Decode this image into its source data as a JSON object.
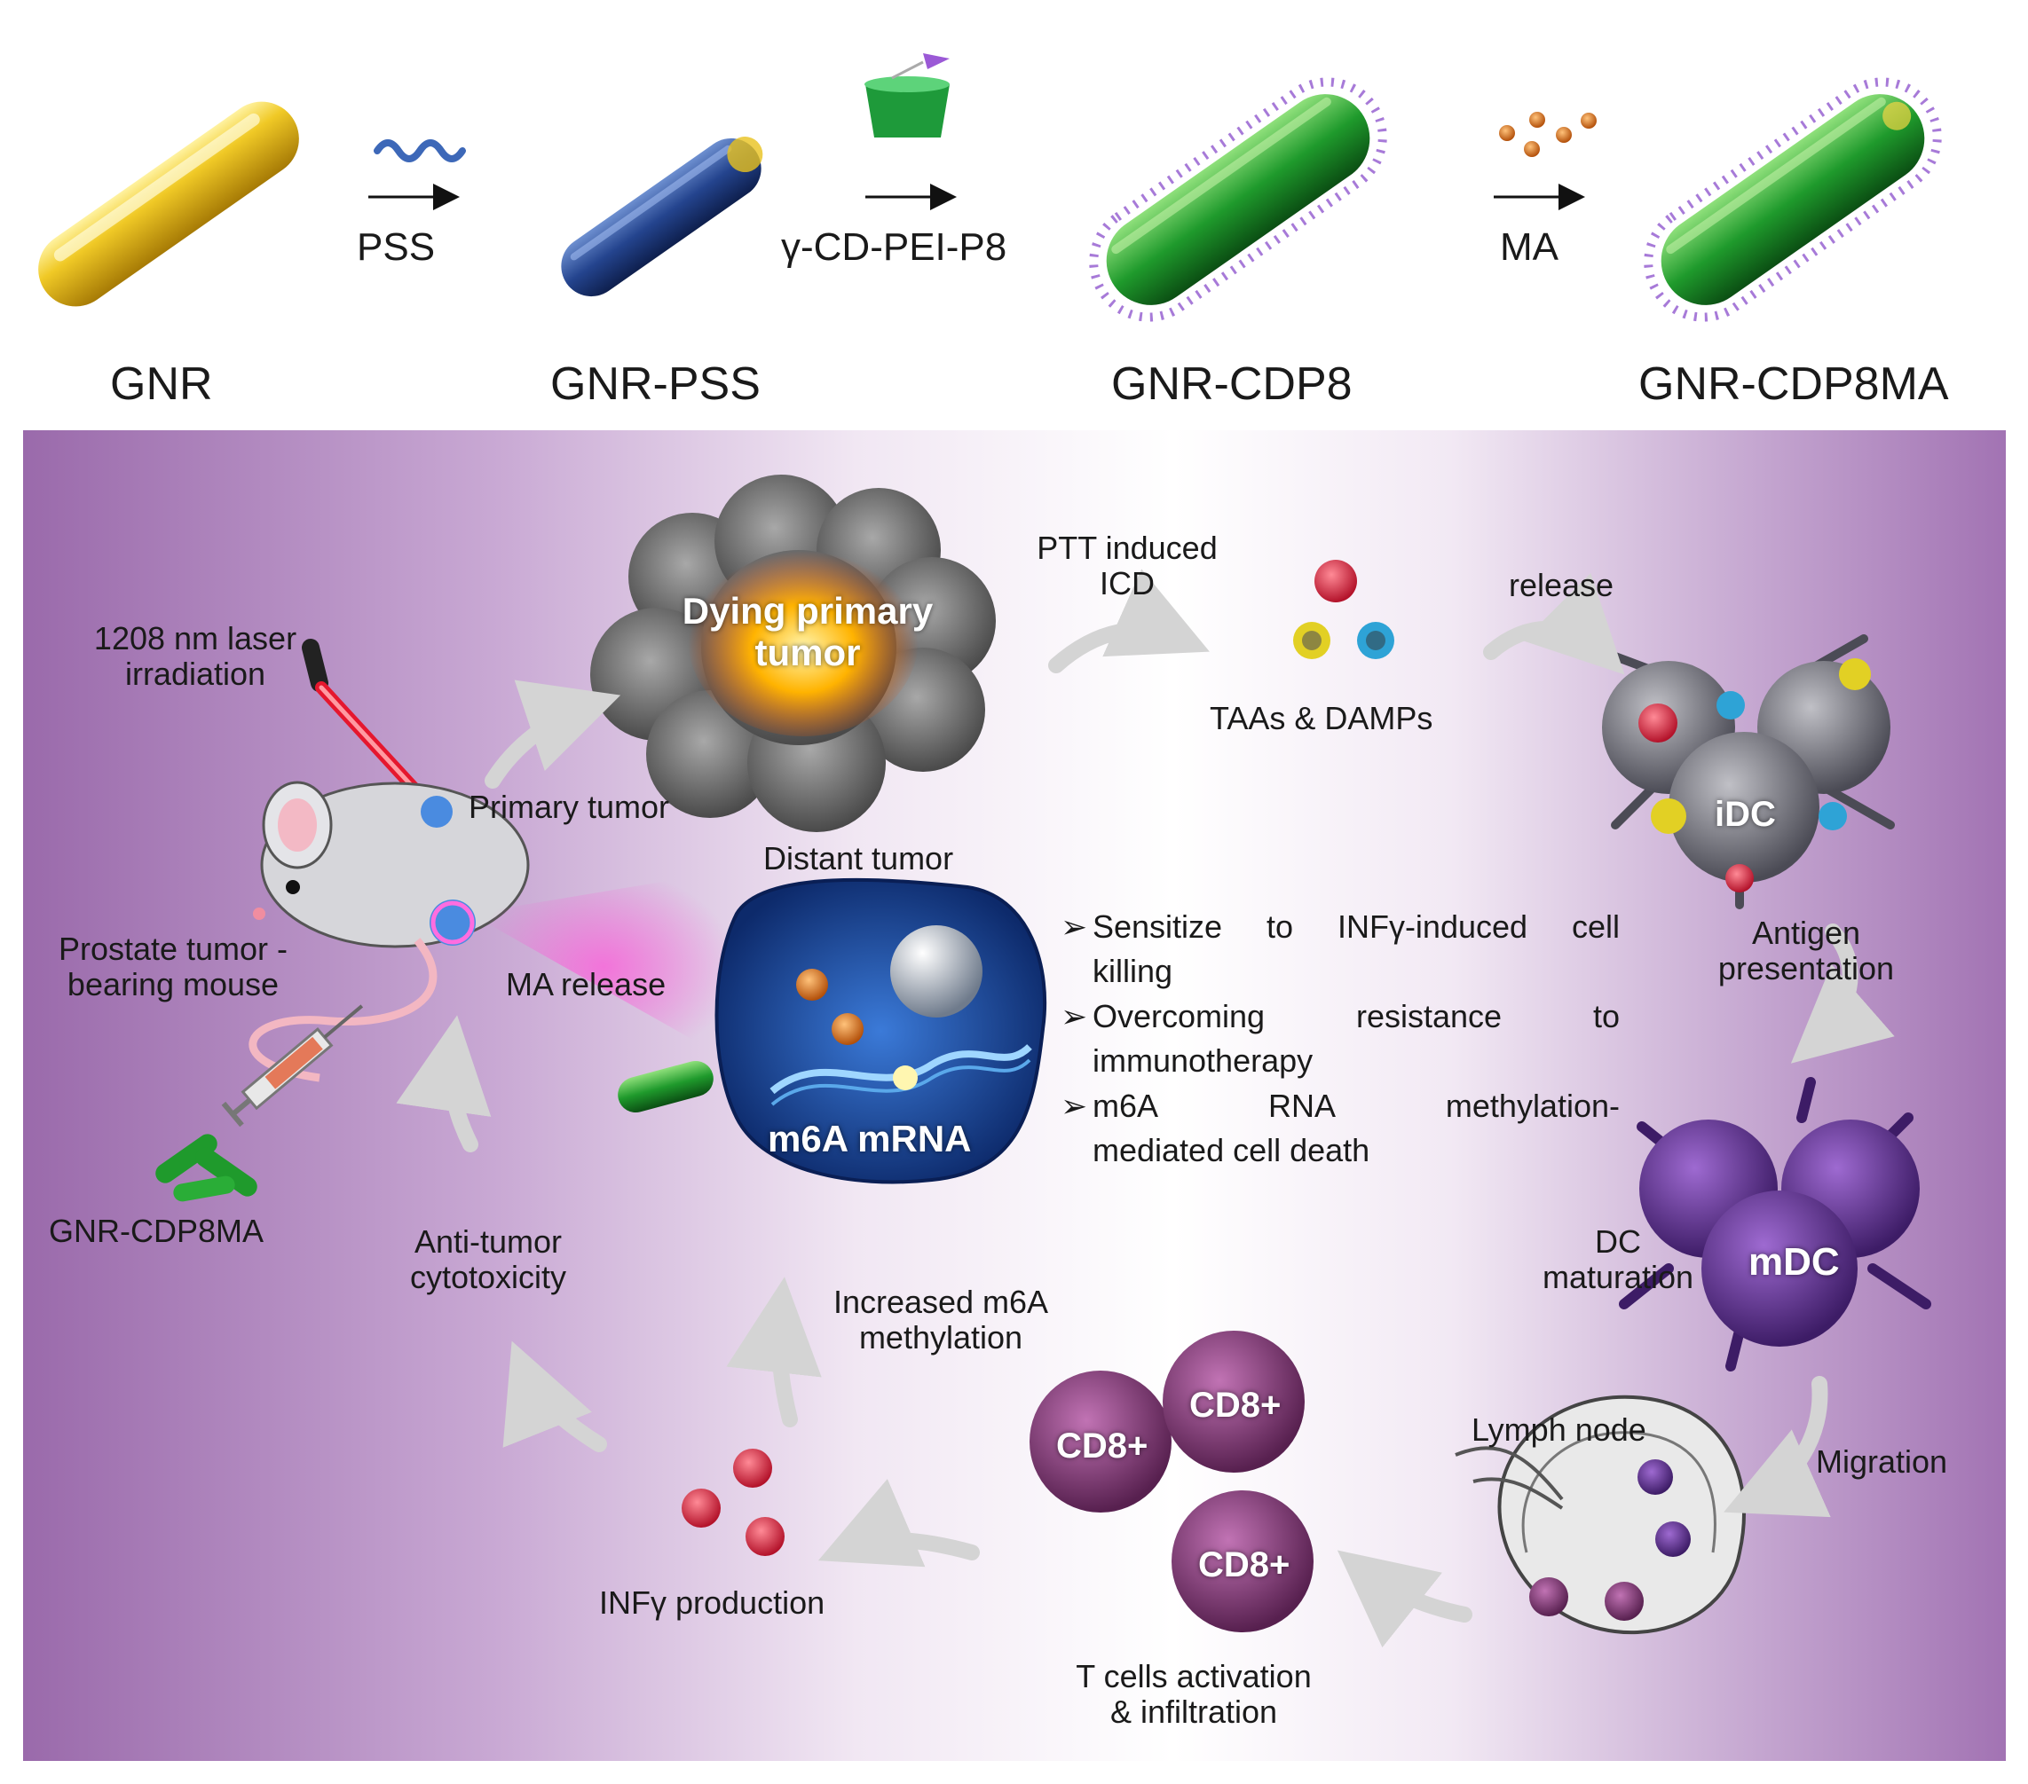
{
  "top_row": {
    "steps": [
      "PSS",
      "γ-CD-PEI-P8",
      "MA"
    ],
    "products": [
      "GNR",
      "GNR-PSS",
      "GNR-CDP8",
      "GNR-CDP8MA"
    ]
  },
  "panel": {
    "laser_line1": "1208 nm laser",
    "laser_line2": "irradiation",
    "primary_tumor": "Primary tumor",
    "dying_line1": "Dying primary",
    "dying_line2": "tumor",
    "ptt_line1": "PTT  induced",
    "ptt_line2": "ICD",
    "release": "release",
    "taas": "TAAs & DAMPs",
    "idc": "iDC",
    "antigen_line1": "Antigen",
    "antigen_line2": "presentation",
    "distant_tumor": "Distant tumor",
    "mouse_line1": "Prostate tumor -",
    "mouse_line2": "bearing mouse",
    "ma_release": "MA release",
    "nanorod_label": "GNR-CDP8MA",
    "m6a_mrna": "m6A mRNA",
    "effects": [
      {
        "line1": "Sensitize to INFγ-induced cell",
        "line2": "killing"
      },
      {
        "line1": "Overcoming    resistance    to",
        "line2": "immunotherapy"
      },
      {
        "line1": "m6A    RNA    methylation-",
        "line2": "mediated cell death"
      }
    ],
    "dc_line1": "DC",
    "dc_line2": "maturation",
    "mdc": "mDC",
    "anti_line1": "Anti-tumor",
    "anti_line2": "cytotoxicity",
    "increased_line1": "Increased m6A",
    "increased_line2": "methylation",
    "lymph_node": "Lymph node",
    "migration": "Migration",
    "cd8": "CD8+",
    "infg": "INFγ production",
    "tcell_line1": "T cells activation",
    "tcell_line2": "& infiltration"
  },
  "colors": {
    "gold": "#e8c21e",
    "green": "#2fa83a",
    "purple_panel": "#9a6aab",
    "tumor_gray": "#6d6d6d",
    "cell_blue": "#1f4fa8",
    "mdc_purple": "#5a2f86",
    "cd8_purple": "#8a3f80",
    "laser_red": "#e5172e"
  }
}
